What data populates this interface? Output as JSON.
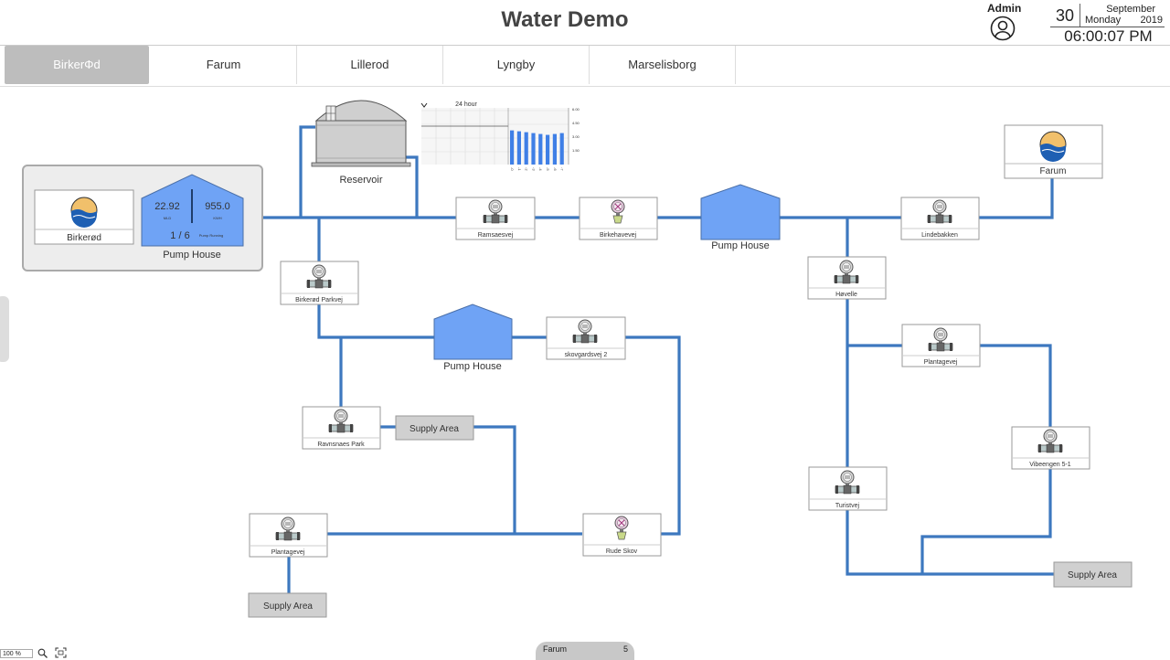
{
  "header": {
    "title": "Water Demo",
    "user": {
      "label": "Admin",
      "icon": "user-circle-icon"
    },
    "date": {
      "day": "30",
      "month": "September",
      "weekday": "Monday",
      "year": "2019",
      "time": "06:00:07 PM"
    }
  },
  "tabs": [
    {
      "label": "BirkerΦd",
      "active": true
    },
    {
      "label": "Farum"
    },
    {
      "label": "Lillerod"
    },
    {
      "label": "Lyngby"
    },
    {
      "label": "Marselisborg"
    }
  ],
  "birkerod_panel": {
    "site_label": "Birkerød",
    "pump_house": {
      "label": "Pump House",
      "left_value": "22.92",
      "left_unit": "MLD",
      "right_value": "955.0",
      "right_unit": "KWH",
      "pump_count": "1 / 6",
      "pump_status": "Pump Running"
    }
  },
  "reservoir": {
    "label": "Reservoir"
  },
  "trend": {
    "period_label": "24 hour",
    "y_ticks": [
      "6.00",
      "4.50",
      "3.00",
      "1.50"
    ],
    "x_ticks": [
      "-0",
      "-1",
      "-2",
      "-3",
      "-4",
      "-5",
      "-6",
      "-7"
    ],
    "bar_values": [
      3.8,
      3.7,
      3.6,
      3.5,
      3.4,
      3.3,
      3.4,
      3.5
    ]
  },
  "stations": {
    "ramsaesvej": "Ramsaesvej",
    "birkehavevej": "Birkehavevej",
    "lindebakken": "Lindebakken",
    "birkerod_parkvej": "Birkerød Parkvej",
    "skovgardsvej": "skovgardsvej 2",
    "hovelle": "Høvelle",
    "plantagevej_right": "Plantagevej",
    "ravnsnaes_park": "Ravnsnaes Park",
    "vibeengen": "Vibeengen 5-1",
    "turistvej": "Turistvej",
    "plantagevej_left": "Plantagevej",
    "rude_skov": "Rude Skov"
  },
  "pump_houses": {
    "center": "Pump House",
    "lower": "Pump House"
  },
  "supply_areas": {
    "middle": "Supply Area",
    "left": "Supply Area",
    "right": "Supply Area"
  },
  "farum_site": {
    "label": "Farum"
  },
  "status_bar": {
    "zoom": "100 %",
    "page_tab_label": "Farum",
    "page_tab_count": "5"
  },
  "colors": {
    "pipe": "#3d78bf",
    "pump_house_fill": "#6fa3f5",
    "active_tab": "#bdbdbd"
  }
}
